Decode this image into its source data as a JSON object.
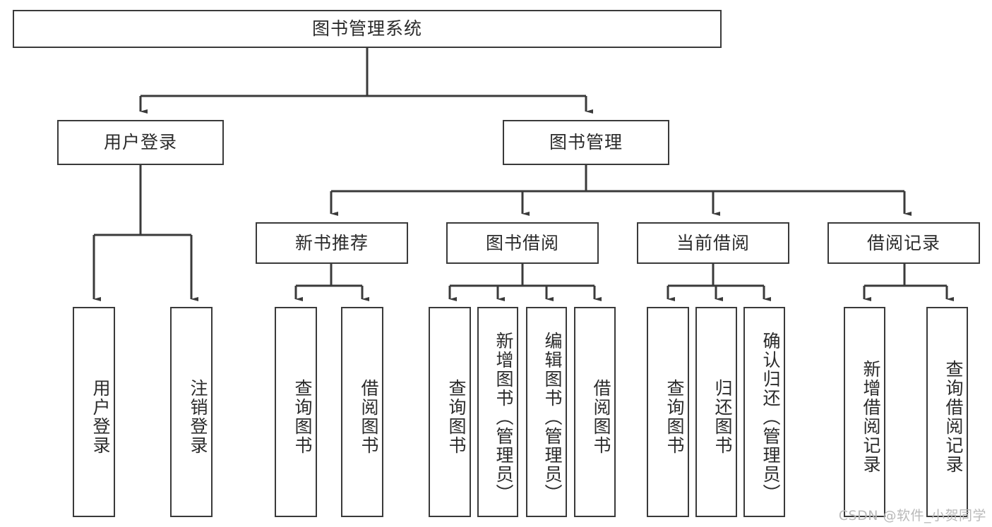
{
  "diagram": {
    "title": "图书管理系统",
    "type": "tree",
    "background": "#ffffff",
    "box_border_color": "#3a3a3a",
    "text_color": "#2b2b2b",
    "connector_color": "#3a3a3a"
  },
  "root": {
    "label": "图书管理系统"
  },
  "level2": [
    {
      "label": "用户登录"
    },
    {
      "label": "图书管理"
    }
  ],
  "level3": [
    {
      "label": "新书推荐"
    },
    {
      "label": "图书借阅"
    },
    {
      "label": "当前借阅"
    },
    {
      "label": "借阅记录"
    }
  ],
  "leaves": {
    "user_login": [
      {
        "label": "用户登录"
      },
      {
        "label": "注销登录"
      }
    ],
    "new_book_recommend": [
      {
        "label": "查询图书"
      },
      {
        "label": "借阅图书"
      }
    ],
    "book_borrow": [
      {
        "label": "查询图书"
      },
      {
        "label": "新增图书（管理员）"
      },
      {
        "label": "编辑图书（管理员）"
      },
      {
        "label": "借阅图书"
      }
    ],
    "current_borrow": [
      {
        "label": "查询图书"
      },
      {
        "label": "归还图书"
      },
      {
        "label": "确认归还（管理员）"
      }
    ],
    "borrow_record": [
      {
        "label": "新增借阅记录"
      },
      {
        "label": "查询借阅记录"
      }
    ]
  },
  "watermark": {
    "text": "CSDN @软件_小贺同学"
  }
}
